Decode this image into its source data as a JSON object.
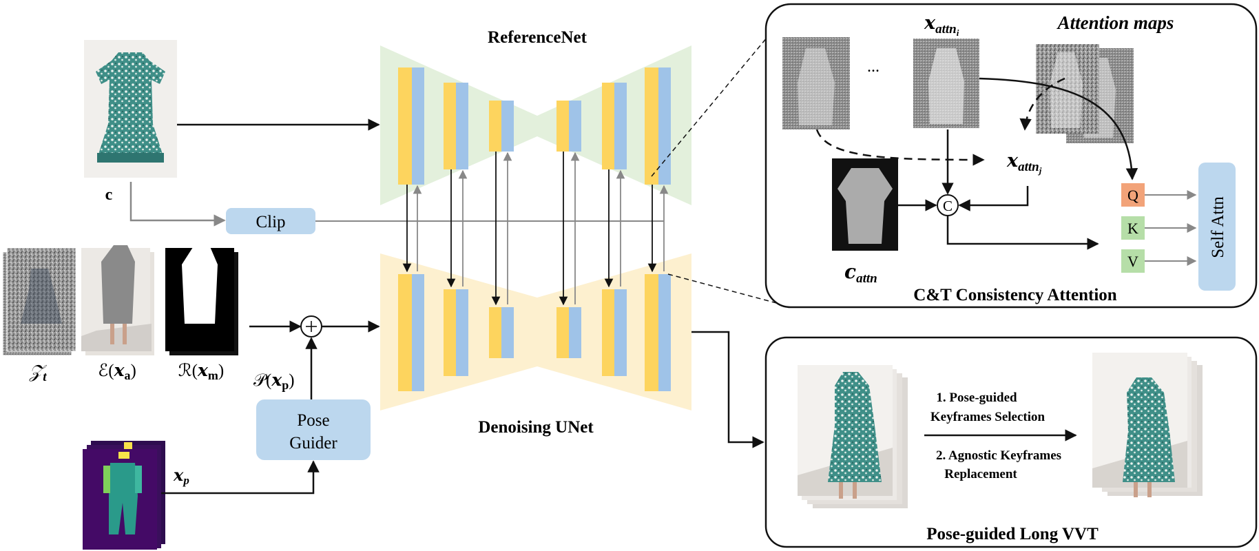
{
  "referencenet": {
    "title": "ReferenceNet"
  },
  "unet": {
    "title": "Denoising UNet"
  },
  "clip": {
    "label": "Clip"
  },
  "pose_guider": {
    "label_line1": "Pose",
    "label_line2": "Guider"
  },
  "labels": {
    "c": "c",
    "zt": "𝒵",
    "zt_sub": "t",
    "ea": "ℰ(",
    "ea_x": "𝒙",
    "ea_sub": "a",
    "ea_close": ")",
    "rm": "ℛ(",
    "rm_x": "𝒙",
    "rm_sub": "m",
    "rm_close": ")",
    "pxp": "𝒫(",
    "pxp_x": "𝒙",
    "pxp_sub": "p",
    "pxp_close": ")",
    "xp": "𝒙",
    "xp_sub": "p"
  },
  "attention_panel": {
    "title": "C&T Consistency Attention",
    "maps_label": "Attention maps",
    "xattn_i": "𝒙",
    "xattn_i_sub": "attn",
    "xattn_i_subsub": "i",
    "xattn_j": "𝒙",
    "xattn_j_sub": "attn",
    "xattn_j_subsub": "j",
    "cattn": "𝒄",
    "cattn_sub": "attn",
    "ellipsis": "...",
    "concat": "C",
    "q": "Q",
    "k": "K",
    "v": "V",
    "self_attn": "Self Attn"
  },
  "vvt_panel": {
    "title": "Pose-guided Long VVT",
    "step1_line1": "1. Pose-guided",
    "step1_line2": "Keyframes Selection",
    "step2_line1": "2. Agnostic Keyframes",
    "step2_line2": "Replacement"
  },
  "colors": {
    "refnet_bg": "#e3f0dc",
    "unet_bg": "#fdf0cf",
    "yellow_block": "#fdd45e",
    "blue_block": "#9fc3e8",
    "clip_box": "#bcd7ee",
    "q_box": "#f2a379",
    "kv_box": "#b6dea8",
    "self_attn_box": "#bcd7ee",
    "arrow_dark": "#111111",
    "arrow_gray": "#888888"
  }
}
